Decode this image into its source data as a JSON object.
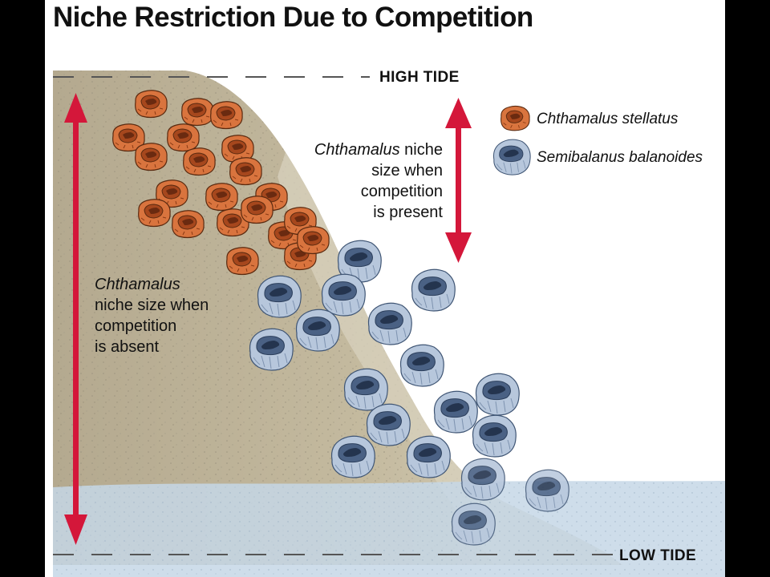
{
  "title": "Niche Restriction Due to Competition",
  "tides": {
    "high": "HIGH TIDE",
    "low": "LOW TIDE"
  },
  "niche_present": {
    "species": "Chthamalus",
    "line1": " niche",
    "line2": "size when",
    "line3": "competition",
    "line4": "is present"
  },
  "niche_absent": {
    "species": "Chthamalus",
    "line2": "niche size when",
    "line3": "competition",
    "line4": "is absent"
  },
  "legend": [
    {
      "label": "Chthamalus stellatus",
      "icon": "orange-barnacle-icon",
      "color": "#d9743e"
    },
    {
      "label": "Semibalanus balanoides",
      "icon": "blue-barnacle-icon",
      "color": "#b7c7dc"
    }
  ],
  "colors": {
    "arrow": "#d4173a",
    "rock": "#bdb298",
    "sand": "#dad4c4",
    "water": "#c6d7e6",
    "chthamalus": "#d9743e",
    "semibalanus": "#b7c7dc"
  }
}
